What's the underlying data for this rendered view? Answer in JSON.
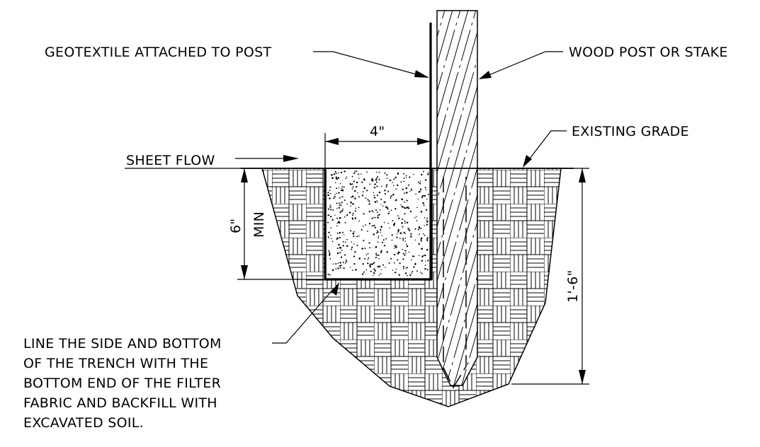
{
  "labels": {
    "geotextile": "GEOTEXTILE ATTACHED TO POST",
    "wood_post": "WOOD POST OR STAKE",
    "existing_grade": "EXISTING GRADE",
    "sheet_flow": "SHEET FLOW",
    "dim_width": "4\"",
    "dim_depth_min": "6\"",
    "dim_depth_min_note": "MIN",
    "dim_total_depth": "1'-6\"",
    "note_lines": [
      "LINE THE SIDE AND BOTTOM",
      "OF THE TRENCH WITH THE",
      "BOTTOM END OF THE FILTER",
      "FABRIC AND BACKFILL WITH",
      "EXCAVATED SOIL."
    ]
  }
}
